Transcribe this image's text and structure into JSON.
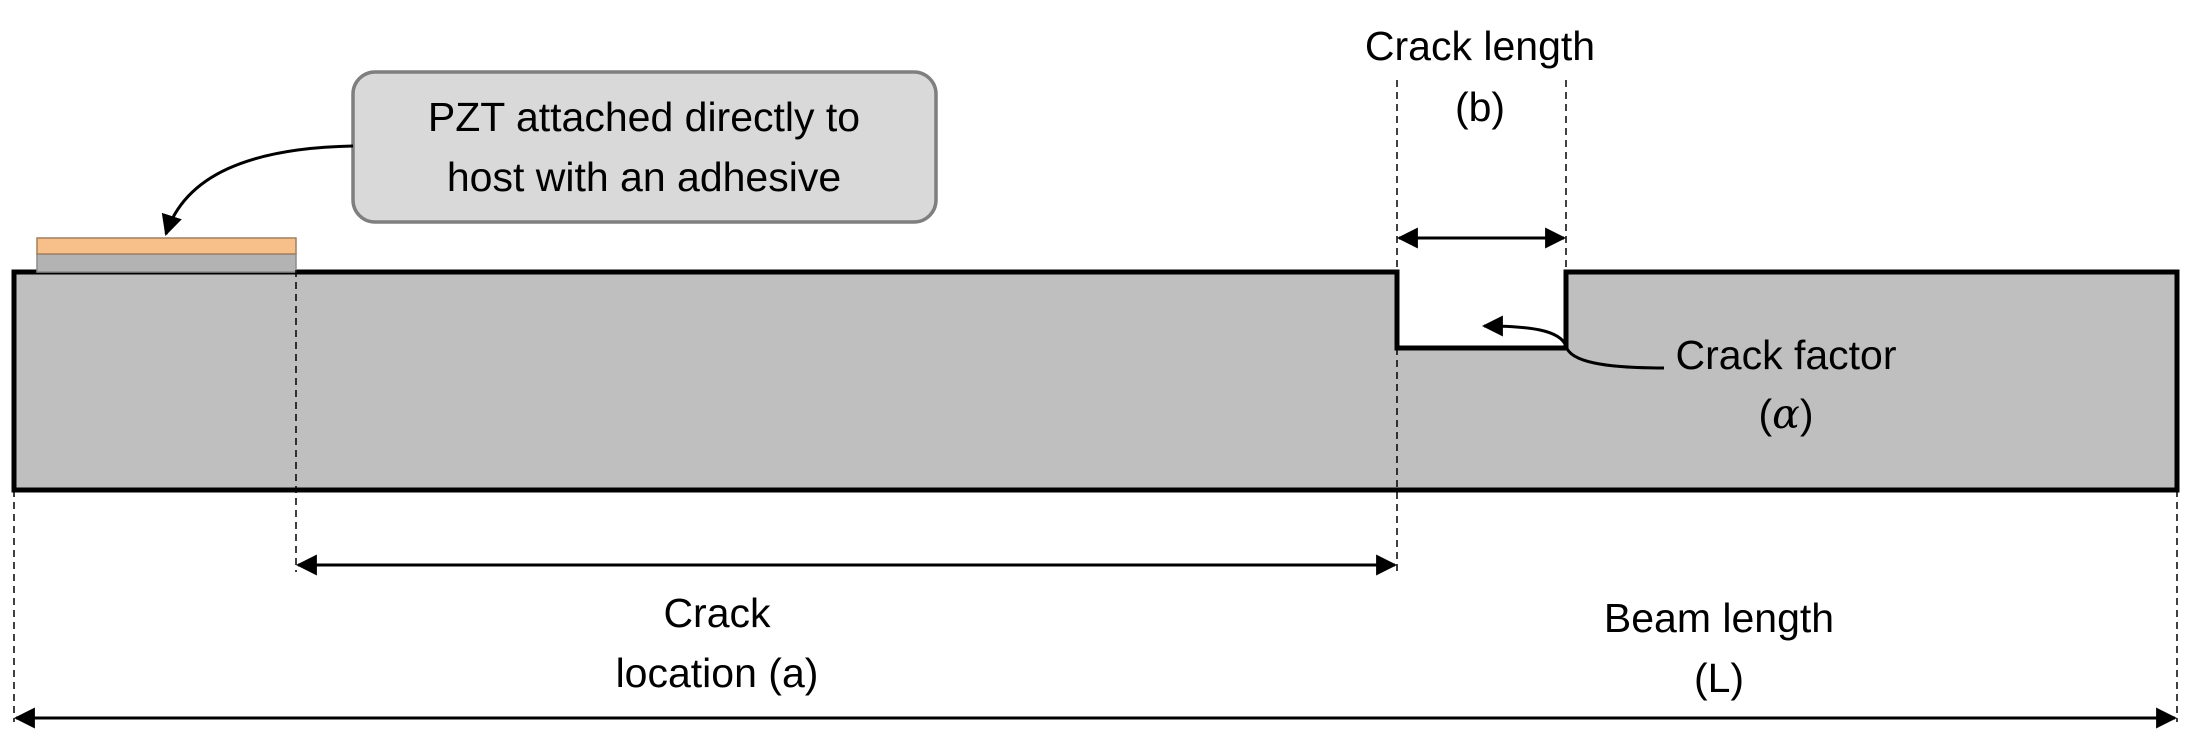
{
  "colors": {
    "beam_fill": "#bfbfbf",
    "beam_stroke": "#000000",
    "pzt_top": "#f7c08a",
    "pzt_bottom": "#b3b3b3",
    "callout_fill": "#d9d9d9",
    "callout_stroke": "#7f7f7f"
  },
  "callout": {
    "line1": "PZT attached directly to",
    "line2": "host with an adhesive"
  },
  "crack_length": {
    "line1": "Crack length",
    "line2": "(b)"
  },
  "crack_factor": {
    "line1": "Crack factor",
    "line2_open": "(",
    "line2_symbol": "α",
    "line2_close": ")"
  },
  "crack_location": {
    "line1": "Crack",
    "line2": "location (a)"
  },
  "beam_length": {
    "line1": "Beam length",
    "line2": "(L)"
  }
}
